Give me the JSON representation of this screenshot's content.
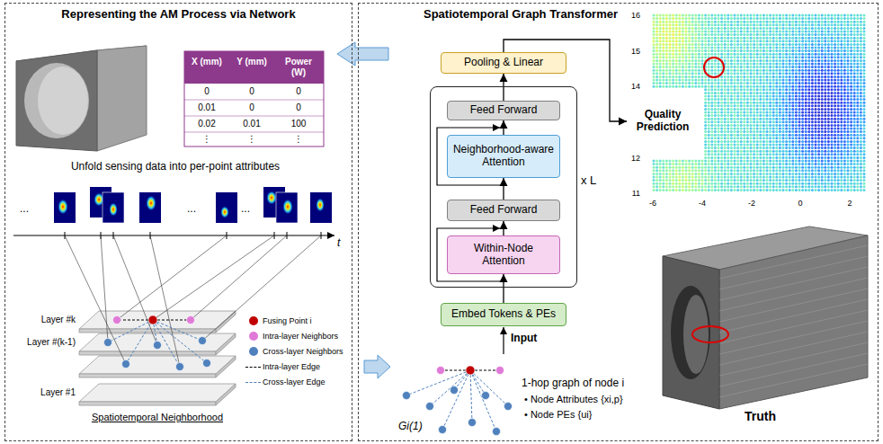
{
  "diagram": {
    "nodes": [
      {
        "text": [
          "Representing the AM Process via Network"
        ]
      },
      {
        "text": [
          "Spatiotemporal Graph Transformer"
        ]
      },
      {
        "text": [
          "Pooling & Linear"
        ],
        "in": 1
      },
      {
        "text": [
          "x L"
        ],
        "in": 1
      },
      {
        "text": [
          "Feed Forward"
        ],
        "in": 3
      },
      {
        "text": [
          "Neighborhood-aware Attention"
        ],
        "in": 3
      },
      {
        "text": [
          "Feed Forward"
        ],
        "in": 3
      },
      {
        "text": [
          "Within-Node Attention"
        ],
        "in": 3
      },
      {
        "text": [
          "Embed Tokens & PEs"
        ],
        "in": 1
      },
      {
        "text": [
          "Quality Prediction"
        ],
        "in": 1
      }
    ],
    "edges": [
      {
        "from": 8,
        "to": 7,
        "arrow": "to"
      },
      {
        "from": 7,
        "to": 6,
        "arrow": "to"
      },
      {
        "from": 6,
        "to": 5,
        "arrow": "to"
      },
      {
        "from": 5,
        "to": 4,
        "arrow": "to"
      },
      {
        "from": 4,
        "to": 2,
        "arrow": "to"
      },
      {
        "from": 2,
        "to": 9,
        "arrow": "to"
      }
    ],
    "labels": [
      "X (mm)",
      "Y (mm)",
      "Power (W)",
      "0",
      "0",
      "0",
      "0.01",
      "0",
      "0",
      "0.02",
      "0.01",
      "100",
      "⋮",
      "⋮",
      "⋮",
      "Unfold sensing data into per-point attributes",
      "...",
      "...",
      "...",
      "t",
      "Layer #k",
      "Layer #(k-1)",
      "Layer #1",
      "Spatiotemporal Neighborhood",
      "16",
      "15",
      "14",
      "12",
      "11",
      "-6",
      "-4",
      "-2",
      "0",
      "2",
      "Input",
      "Gi(1)",
      "1-hop graph of node i",
      "• Node Attributes {xi,p}",
      "• Node PEs {ui}",
      "Truth"
    ],
    "legend": [
      {
        "text": "Fusing Point i",
        "color": "#c00000"
      },
      {
        "text": "Intra-layer Neighbors",
        "color": "#e07ad8"
      },
      {
        "text": "Cross-layer Neighbors",
        "color": "#4f81bd"
      },
      {
        "text": "Intra-layer Edge"
      },
      {
        "text": "Cross-layer Edge"
      }
    ]
  }
}
